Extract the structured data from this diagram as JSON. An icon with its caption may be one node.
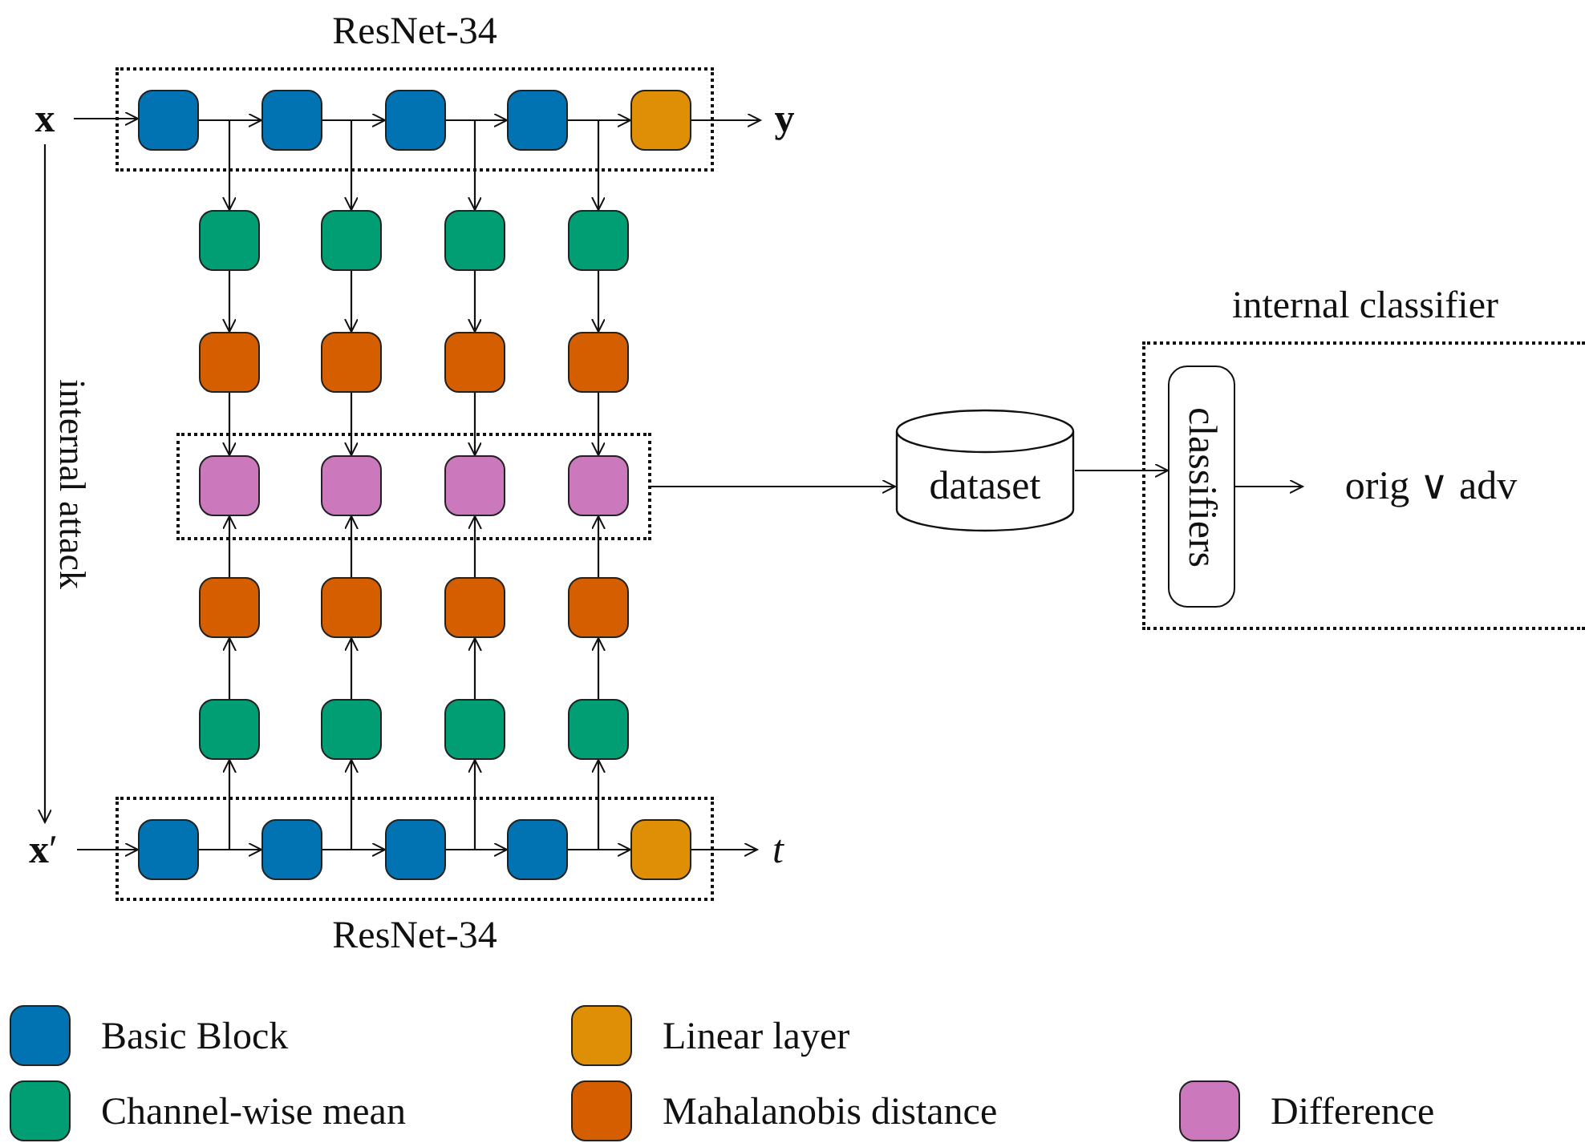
{
  "diagram": {
    "nodes": [
      {
        "text": [
          "ResNet-34"
        ]
      },
      {
        "text": [
          "x"
        ]
      },
      {
        "text": [],
        "shape": "box",
        "in": 0
      },
      {
        "text": [],
        "shape": "box",
        "in": 0
      },
      {
        "text": [],
        "shape": "box",
        "in": 0
      },
      {
        "text": [],
        "shape": "box",
        "in": 0
      },
      {
        "text": [],
        "shape": "box",
        "in": 0
      },
      {
        "text": [
          "y"
        ]
      },
      {
        "text": [],
        "shape": "box"
      },
      {
        "text": [],
        "shape": "box"
      },
      {
        "text": [],
        "shape": "box"
      },
      {
        "text": [],
        "shape": "box"
      },
      {
        "text": [],
        "shape": "box"
      },
      {
        "text": [],
        "shape": "box"
      },
      {
        "text": [],
        "shape": "box"
      },
      {
        "text": [],
        "shape": "box"
      },
      {
        "text": [],
        "shape": "box"
      },
      {
        "text": [],
        "shape": "box",
        "in": 16
      },
      {
        "text": [],
        "shape": "box",
        "in": 16
      },
      {
        "text": [],
        "shape": "box",
        "in": 16
      },
      {
        "text": [],
        "shape": "box",
        "in": 16
      },
      {
        "text": [],
        "shape": "box"
      },
      {
        "text": [],
        "shape": "box"
      },
      {
        "text": [],
        "shape": "box"
      },
      {
        "text": [],
        "shape": "box"
      },
      {
        "text": [],
        "shape": "box"
      },
      {
        "text": [],
        "shape": "box"
      },
      {
        "text": [],
        "shape": "box"
      },
      {
        "text": [],
        "shape": "box"
      },
      {
        "text": [
          "**x**′"
        ]
      },
      {
        "text": [
          "ResNet-34"
        ]
      },
      {
        "text": [],
        "shape": "box",
        "in": 30
      },
      {
        "text": [],
        "shape": "box",
        "in": 30
      },
      {
        "text": [],
        "shape": "box",
        "in": 30
      },
      {
        "text": [],
        "shape": "box",
        "in": 30
      },
      {
        "text": [],
        "shape": "box",
        "in": 30
      },
      {
        "text": [
          "t"
        ]
      },
      {
        "text": [
          "dataset"
        ]
      },
      {
        "text": [
          "internal classifier"
        ]
      },
      {
        "text": [
          "classifiers"
        ],
        "in": 38
      },
      {
        "text": [
          "orig ∨ adv"
        ],
        "in": 38
      }
    ],
    "edges": [
      {
        "from": 1,
        "to": 2,
        "arrow": "to"
      },
      {
        "from": 2,
        "to": 3,
        "arrow": "to"
      },
      {
        "from": 3,
        "to": 4,
        "arrow": "to"
      },
      {
        "from": 4,
        "to": 5,
        "arrow": "to"
      },
      {
        "from": 5,
        "to": 6,
        "arrow": "to"
      },
      {
        "from": 6,
        "to": 7,
        "arrow": "to"
      },
      {
        "from": 2,
        "to": 8,
        "arrow": "to"
      },
      {
        "from": 3,
        "to": 9,
        "arrow": "to"
      },
      {
        "from": 4,
        "to": 10,
        "arrow": "to"
      },
      {
        "from": 5,
        "to": 11,
        "arrow": "to"
      },
      {
        "from": 8,
        "to": 12,
        "arrow": "to"
      },
      {
        "from": 9,
        "to": 13,
        "arrow": "to"
      },
      {
        "from": 10,
        "to": 14,
        "arrow": "to"
      },
      {
        "from": 11,
        "to": 15,
        "arrow": "to"
      },
      {
        "from": 12,
        "to": 17,
        "arrow": "to"
      },
      {
        "from": 13,
        "to": 18,
        "arrow": "to"
      },
      {
        "from": 14,
        "to": 19,
        "arrow": "to"
      },
      {
        "from": 15,
        "to": 20,
        "arrow": "to"
      },
      {
        "from": 1,
        "to": 29,
        "arrow": "to",
        "label": "internal attack"
      },
      {
        "from": 29,
        "to": 31,
        "arrow": "to"
      },
      {
        "from": 31,
        "to": 32,
        "arrow": "to"
      },
      {
        "from": 32,
        "to": 33,
        "arrow": "to"
      },
      {
        "from": 33,
        "to": 34,
        "arrow": "to"
      },
      {
        "from": 34,
        "to": 35,
        "arrow": "to"
      },
      {
        "from": 35,
        "to": 36,
        "arrow": "to"
      },
      {
        "from": 31,
        "to": 25,
        "arrow": "to"
      },
      {
        "from": 32,
        "to": 26,
        "arrow": "to"
      },
      {
        "from": 33,
        "to": 27,
        "arrow": "to"
      },
      {
        "from": 34,
        "to": 28,
        "arrow": "to"
      },
      {
        "from": 25,
        "to": 21,
        "arrow": "to"
      },
      {
        "from": 26,
        "to": 22,
        "arrow": "to"
      },
      {
        "from": 27,
        "to": 23,
        "arrow": "to"
      },
      {
        "from": 28,
        "to": 24,
        "arrow": "to"
      },
      {
        "from": 21,
        "to": 17,
        "arrow": "to"
      },
      {
        "from": 22,
        "to": 18,
        "arrow": "to"
      },
      {
        "from": 23,
        "to": 19,
        "arrow": "to"
      },
      {
        "from": 24,
        "to": 20,
        "arrow": "to"
      },
      {
        "from": 16,
        "to": 37,
        "arrow": "to"
      },
      {
        "from": 37,
        "to": 39,
        "arrow": "to"
      },
      {
        "from": 39,
        "to": 40,
        "arrow": "to"
      }
    ],
    "legend": [
      {
        "text": "Basic Block",
        "color": "#0173b2"
      },
      {
        "text": "Linear layer",
        "color": "#de8f05"
      },
      {
        "text": "Channel-wise mean",
        "color": "#029e73"
      },
      {
        "text": "Mahalanobis distance",
        "color": "#d55e00"
      },
      {
        "text": "Difference",
        "color": "#cc78bc"
      }
    ]
  }
}
